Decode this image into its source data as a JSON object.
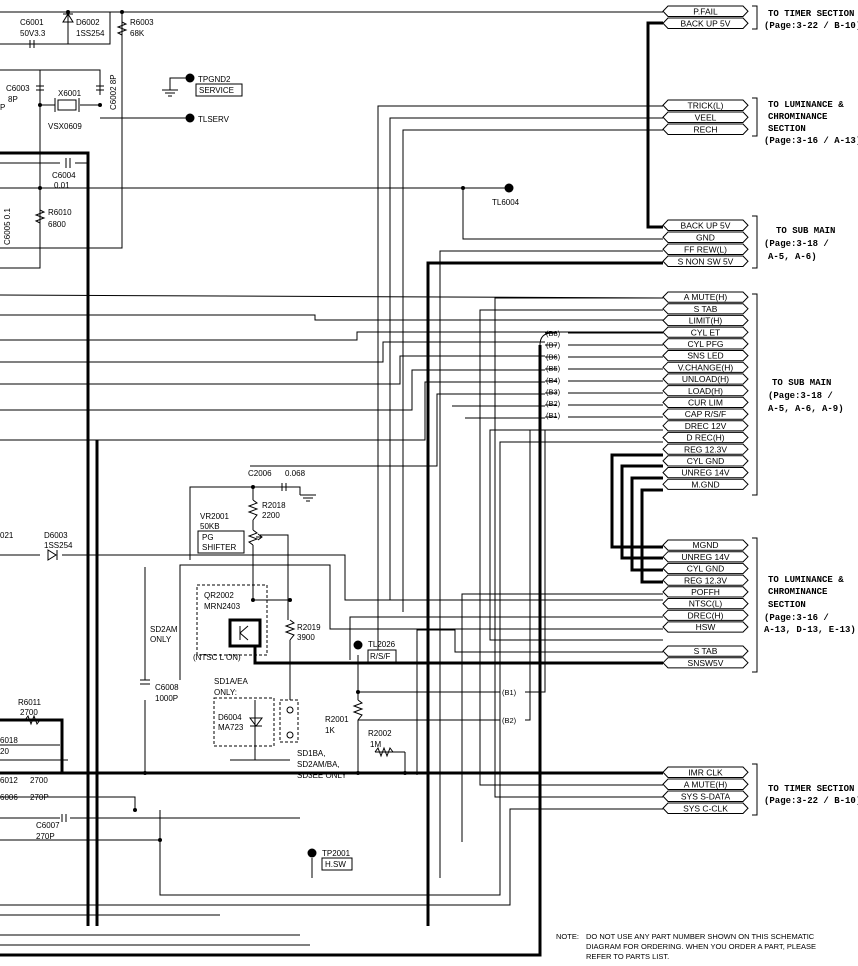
{
  "sections": [
    {
      "title": "TO TIMER SECTION",
      "page": "(Page:3-22 / B-10)"
    },
    {
      "title": "TO LUMINANCE & CHROMINANCE SECTION",
      "page": "(Page:3-16 / A-13)"
    },
    {
      "title": "TO SUB MAIN",
      "page": "(Page:3-18 / A-5, A-6)"
    },
    {
      "title": "TO SUB MAIN",
      "page": "(Page:3-18 / A-5, A-6, A-9)"
    },
    {
      "title": "TO LUMINANCE & CHROMINANCE SECTION",
      "page": "(Page:3-16 / A-13, D-13, E-13)"
    },
    {
      "title": "TO TIMER SECTION",
      "page": "(Page:3-22 / B-10)"
    }
  ],
  "connectors": {
    "timer1": [
      "P.FAIL",
      "BACK UP 5V"
    ],
    "lum1": [
      "TRICK(L)",
      "VEEL",
      "RECH"
    ],
    "sub1": [
      "BACK UP 5V",
      "GND",
      "FF REW(L)",
      "S NON SW 5V"
    ],
    "sub2": [
      "A MUTE(H)",
      "S TAB",
      "LIMIT(H)",
      "CYL ET",
      "CYL PFG",
      "SNS LED",
      "V.CHANGE(H)",
      "UNLOAD(H)",
      "LOAD(H)",
      "CUR LIM",
      "CAP R/S/F",
      "DREC 12V",
      "D REC(H)",
      "REG 12.3V",
      "CYL GND",
      "UNREG 14V",
      "M.GND"
    ],
    "lum2": [
      "MGND",
      "UNREG 14V",
      "CYL GND",
      "REG 12.3V",
      "POFFH",
      "NTSC(L)",
      "DREC(H)",
      "HSW",
      "S TAB",
      "SNSW5V"
    ],
    "timer2": [
      "IMR CLK",
      "A MUTE(H)",
      "SYS S-DATA",
      "SYS C-CLK"
    ]
  },
  "bus_labels": [
    "(B8)",
    "(B7)",
    "(B6)",
    "(B5)",
    "(B4)",
    "(B3)",
    "(B2)",
    "(B1)"
  ],
  "bus_labels_2": [
    "(B1)",
    "(B2)"
  ],
  "components": {
    "c6001": [
      "C6001",
      "50V3.3"
    ],
    "d6002": [
      "D6002",
      "1SS254"
    ],
    "r6003": [
      "R6003",
      "68K"
    ],
    "c6003": [
      "C6003",
      "8P"
    ],
    "x6001": [
      "X6001",
      "VSX0609"
    ],
    "c6002": "C6002  8P",
    "tpgnd2": "TPGND2",
    "service": "SERVICE",
    "tlserv": "TLSERV",
    "c6004": [
      "C6004",
      "0.01"
    ],
    "r6010": [
      "R6010",
      "6800"
    ],
    "tl6004": "TL6004",
    "c2006": [
      "C2006",
      "0.068"
    ],
    "r2018": [
      "R2018",
      "2200"
    ],
    "vr2001": [
      "VR2001",
      "50KB"
    ],
    "pgshifter": [
      "PG",
      "SHIFTER"
    ],
    "d6003": [
      "D6003",
      "1SS254"
    ],
    "qr2002": [
      "QR2002",
      "MRN2403"
    ],
    "sd2am": [
      "SD2AM",
      "ONLY"
    ],
    "ntsc_on": "(NTSC L ON)",
    "r2019": [
      "R2019",
      "3900"
    ],
    "tl2026": "TL2026",
    "rsf": "R/S/F",
    "c6008": [
      "C6008",
      "1000P"
    ],
    "sd1a": [
      "SD1A/EA",
      "ONLY:"
    ],
    "d6004": [
      "D6004",
      "MA723"
    ],
    "r2001": [
      "R2001",
      "1K"
    ],
    "r2002": [
      "R2002",
      "1M"
    ],
    "sd1ba": [
      "SD1BA,",
      "SD2AM/BA,",
      "SD3EE  ONLY"
    ],
    "r6011": [
      "R6011",
      "2700"
    ],
    "r6018": "6018",
    "r6018v": "20",
    "r6012": [
      "6012",
      "2700"
    ],
    "c6006": [
      "6006",
      "270P"
    ],
    "c6007": [
      "C6007",
      "270P"
    ],
    "tp2001": "TP2001",
    "hsw": "H.SW",
    "edge_021": "021",
    "edge_p": "P",
    "edge_c5": "C6005 0.1"
  },
  "note_key": "NOTE:",
  "note_text": "DO NOT USE ANY PART NUMBER SHOWN ON THIS SCHEMATIC DIAGRAM FOR ORDERING. WHEN YOU ORDER A PART, PLEASE REFER TO PARTS LIST."
}
